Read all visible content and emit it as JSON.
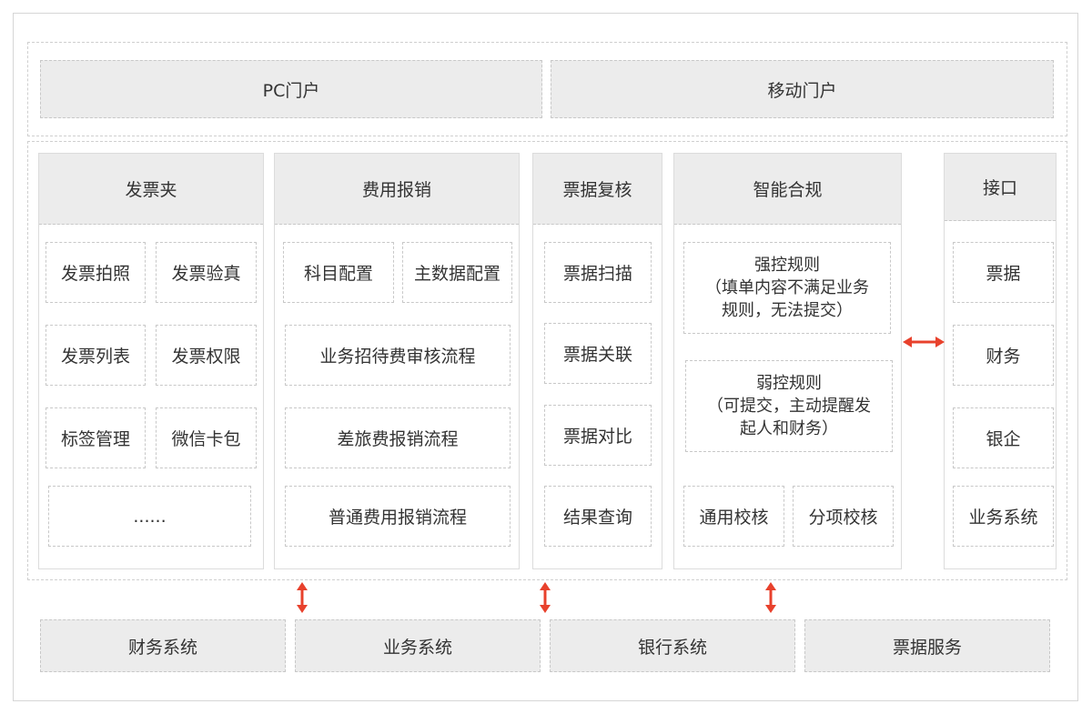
{
  "portals": [
    "PC门户",
    "移动门户"
  ],
  "modules": {
    "invoice_folder": {
      "title": "发票夹",
      "items": [
        "发票拍照",
        "发票验真",
        "发票列表",
        "发票权限",
        "标签管理",
        "微信卡包",
        "......"
      ]
    },
    "expense": {
      "title": "费用报销",
      "items": [
        "科目配置",
        "主数据配置",
        "业务招待费审核流程",
        "差旅费报销流程",
        "普通费用报销流程"
      ]
    },
    "bill_review": {
      "title": "票据复核",
      "items": [
        "票据扫描",
        "票据关联",
        "票据对比",
        "结果查询"
      ]
    },
    "compliance": {
      "title": "智能合规",
      "strong": {
        "title": "强控规则",
        "line1": "（填单内容不满足业务",
        "line2": "规则，无法提交）"
      },
      "weak": {
        "title": "弱控规则",
        "line1": "（可提交，主动提醒发",
        "line2": "起人和财务）"
      },
      "items": [
        "通用校核",
        "分项校核"
      ]
    },
    "interface": {
      "title": "接口",
      "items": [
        "票据",
        "财务",
        "银企",
        "业务系统"
      ]
    }
  },
  "bottom_systems": [
    "财务系统",
    "业务系统",
    "银行系统",
    "票据服务"
  ],
  "colors": {
    "arrow": "#e8412c",
    "box_fill": "#ececec",
    "border": "#c8c8c8"
  }
}
